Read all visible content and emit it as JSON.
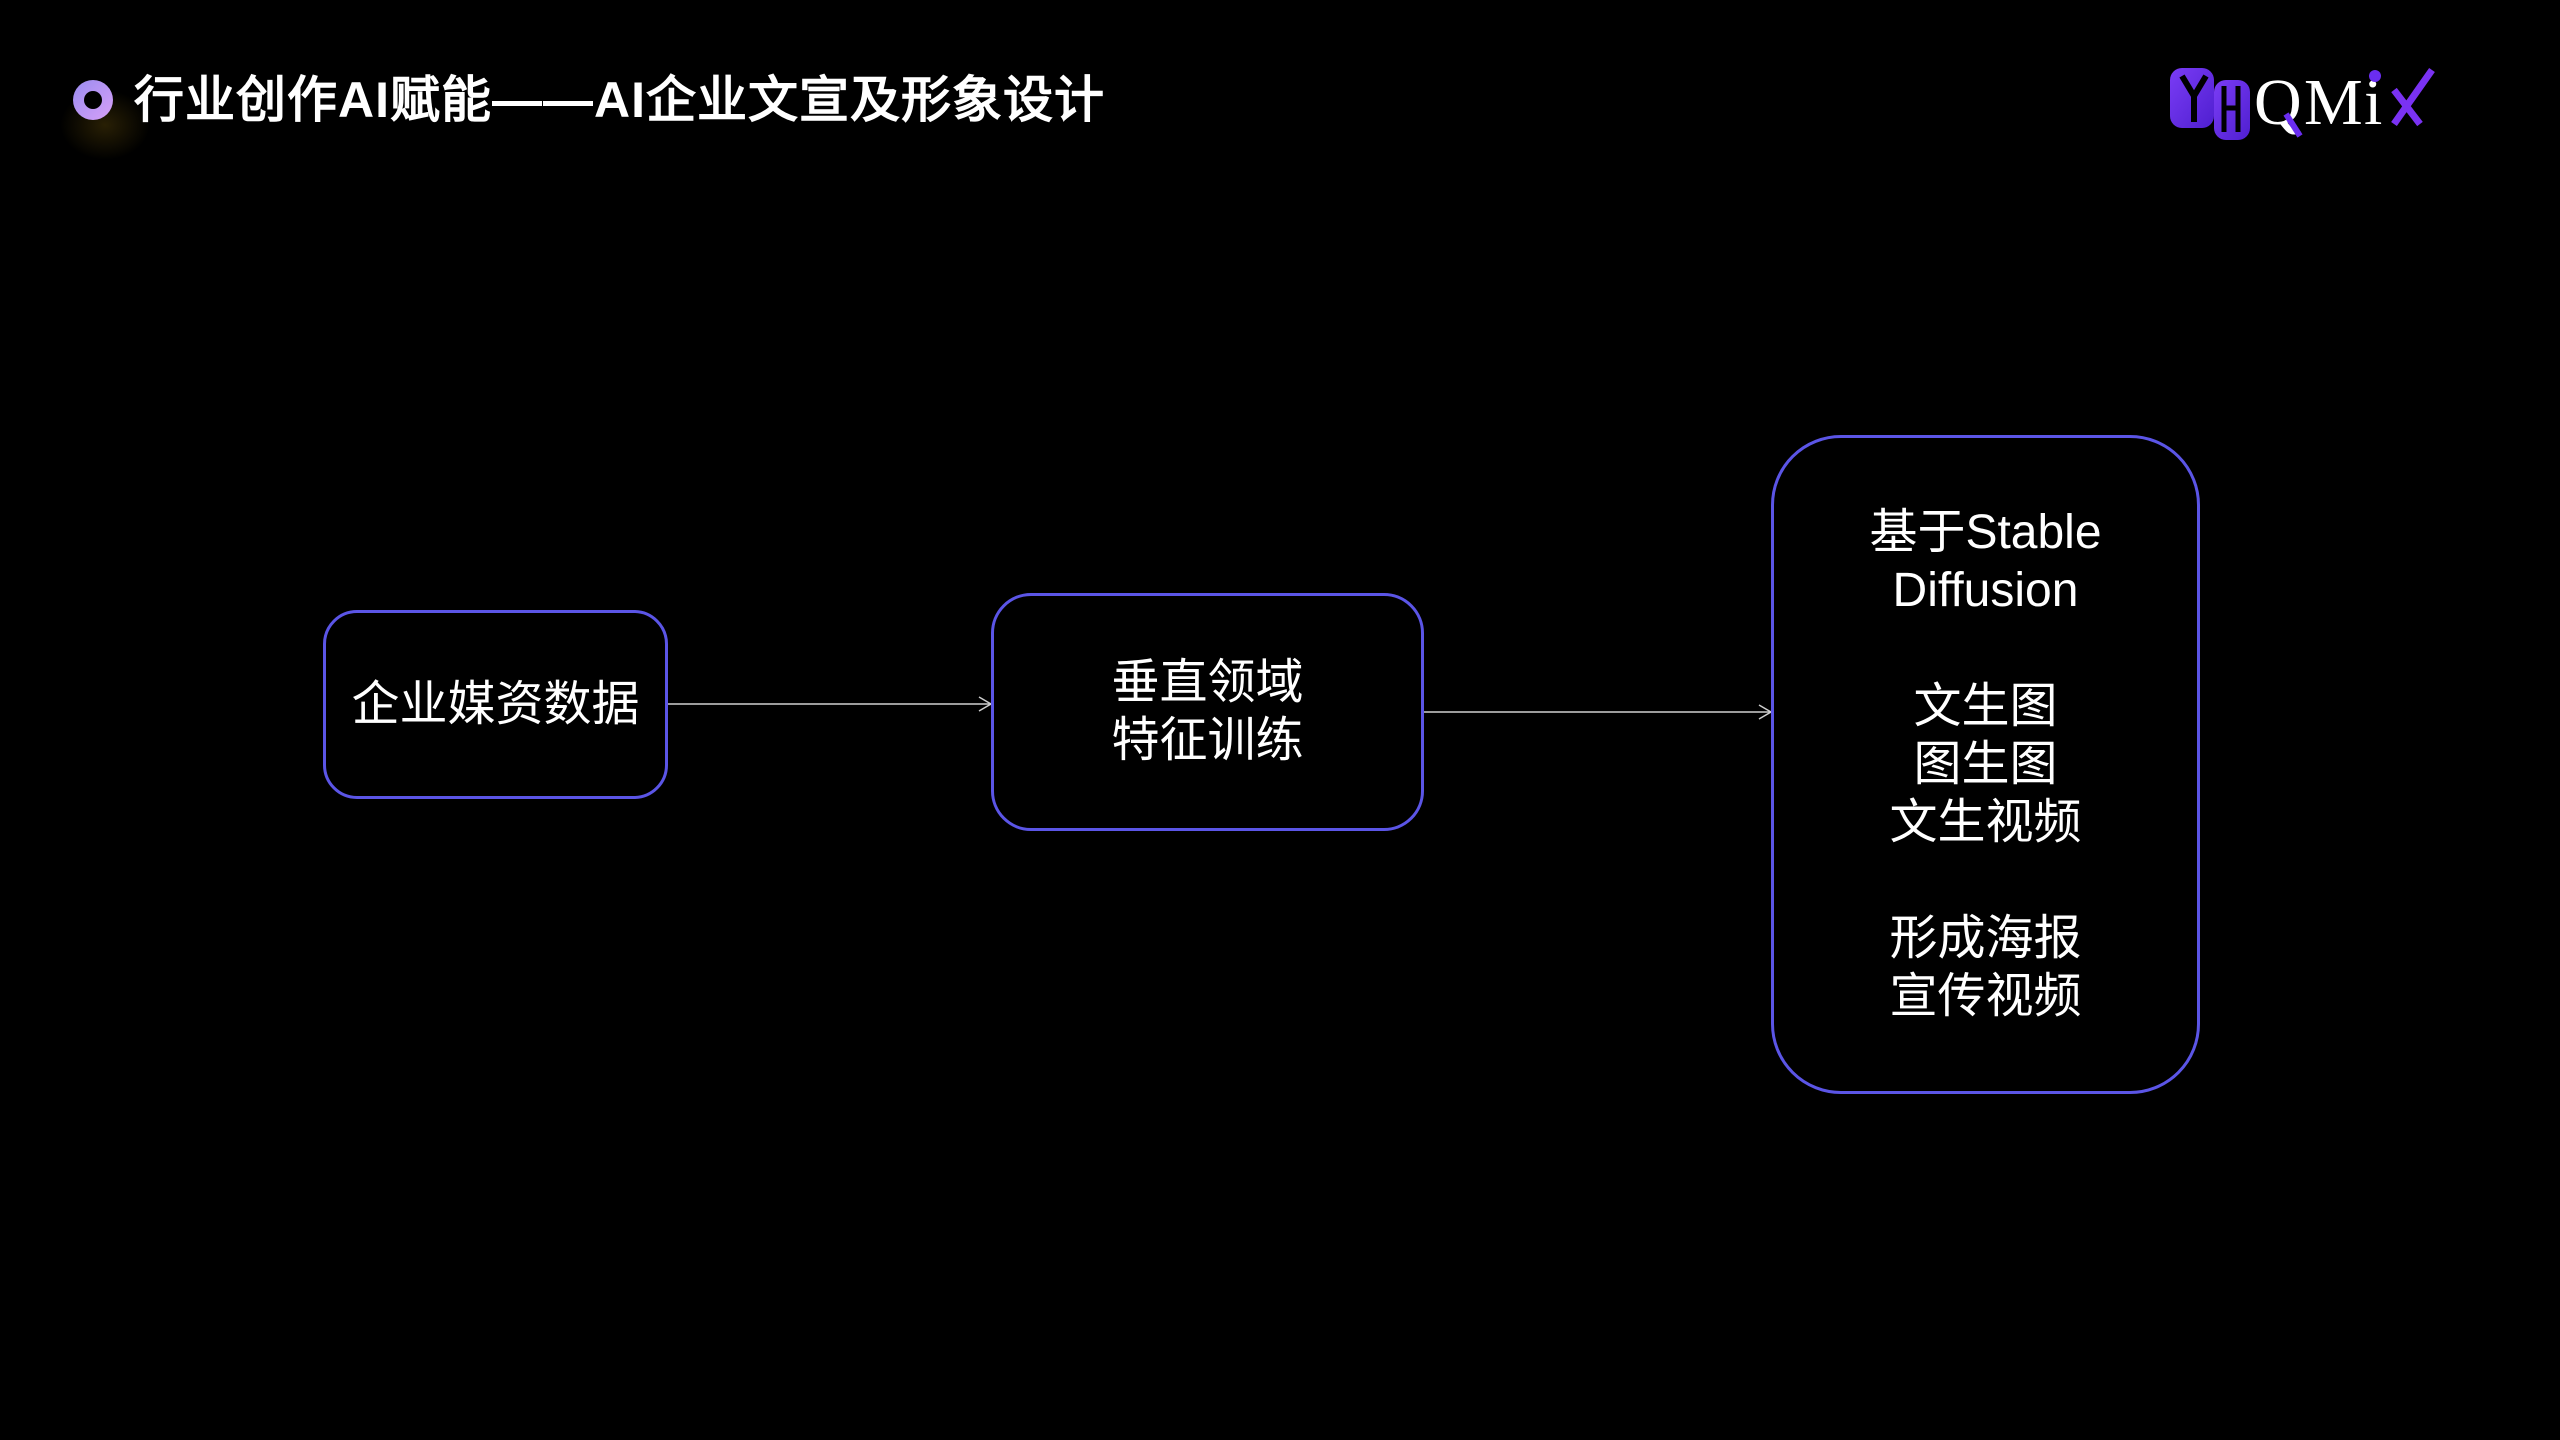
{
  "header": {
    "title": "行业创作AI赋能——AI企业文宣及形象设计",
    "title_icon": "ring-bullet-icon",
    "logo": {
      "mark": "YH",
      "text_q": "Q",
      "text_m": "M",
      "text_i": "i",
      "text_x": "x",
      "accent_color": "#6a2df0"
    }
  },
  "diagram": {
    "border_color": "#5b55e6",
    "nodes": [
      {
        "id": "source",
        "lines": [
          "企业媒资数据"
        ]
      },
      {
        "id": "training",
        "lines": [
          "垂直领域",
          "特征训练"
        ]
      },
      {
        "id": "output",
        "groups": [
          [
            "基于Stable",
            "Diffusion"
          ],
          [
            "文生图",
            "图生图",
            "文生视频"
          ],
          [
            "形成海报",
            "宣传视频"
          ]
        ]
      }
    ],
    "edges": [
      {
        "from": "source",
        "to": "training"
      },
      {
        "from": "training",
        "to": "output"
      }
    ]
  }
}
